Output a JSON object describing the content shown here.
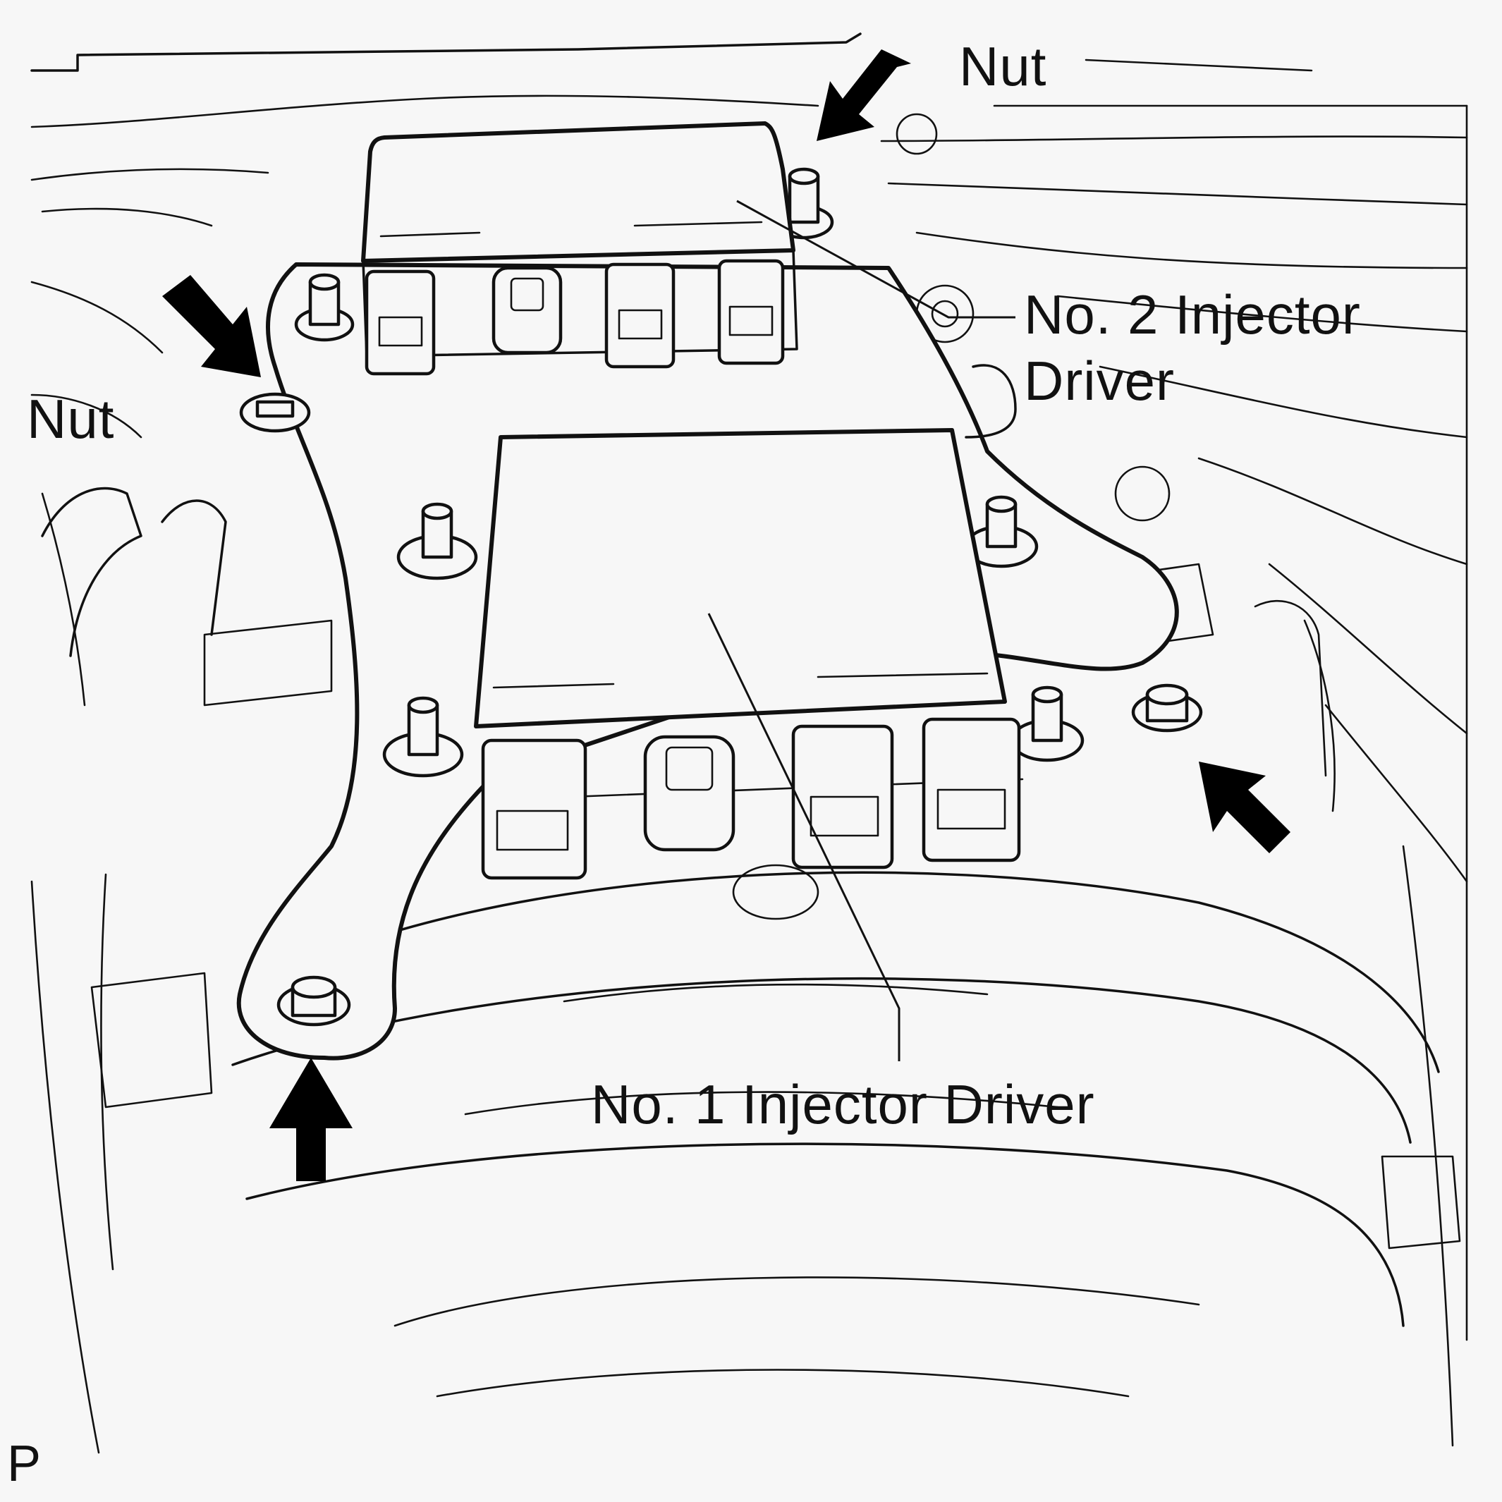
{
  "labels": {
    "nut_top": "Nut",
    "nut_left": "Nut",
    "injector_driver_2_line1": "No. 2 Injector",
    "injector_driver_2_line2": "Driver",
    "injector_driver_1": "No. 1 Injector Driver",
    "corner_mark": "P"
  },
  "arrows": {
    "count": 4,
    "indicates": "Nut"
  },
  "colors": {
    "line": "#111111",
    "background": "#f7f7f7",
    "arrow_fill": "#000000"
  }
}
